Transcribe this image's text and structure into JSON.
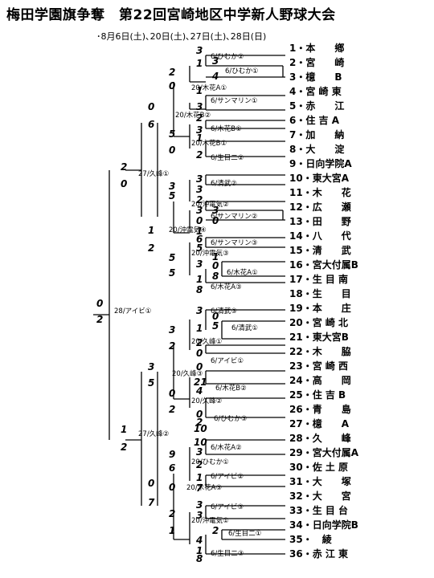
{
  "title": "梅田学園旗争奪　第22回宮崎地区中学新人野球大会",
  "dates": "･8月6日(土)､20日(土)､27日(土)､28日(日)",
  "teams": [
    "1・本　　鄕",
    "2・宮　　崎",
    "3・檍　　B",
    "4・宮 崎 東",
    "5・赤　　江",
    "6・住 吉 A",
    "7・加　　納",
    "8・大　　淀",
    "9・日向学院A",
    "10・東大宮A",
    "11・木　　花",
    "12・広　　瀬",
    "13・田　　野",
    "14・八　　代",
    "15・清　　武",
    "16・宮大付属B",
    "17・生 目 南",
    "18・生　　目",
    "19・本　　庄",
    "20・宮 崎 北",
    "21・東大宮B",
    "22・木　　脇",
    "23・宮 崎 西",
    "24・高　　岡",
    "25・住 吉 B",
    "26・青　　島",
    "27・檍　　A",
    "28・久　　峰",
    "29・宮大付属A",
    "30・佐 土 原",
    "31・大　　塚",
    "32・大　　宮",
    "33・生 目 台",
    "34・日向学院B",
    "35・　綾",
    "36・赤 江 東"
  ],
  "labels": {
    "m1": "6/ひむか②",
    "m2": "6/ひむか①",
    "m3": "20/木花A①",
    "m4": "6/サンマリン①",
    "m5": "20/木花B②",
    "m6": "6/木花B①",
    "m7": "20/木花B①",
    "m8": "6/生目二②",
    "m9": "27/久峰①",
    "m10": "6/清武②",
    "m11": "20/沖電気②",
    "m12": "6/サンマリン②",
    "m13": "20/沖電気④",
    "m14": "6/サンマリン③",
    "m15": "20/沖電気③",
    "m16": "6/木花A①",
    "m17": "6/木花A③",
    "m18": "28/アイビ①",
    "m19": "6/清武③",
    "m20": "6/清武①",
    "m21": "20/久峰①",
    "m22": "6/アイビ①",
    "m23": "20/久峰③",
    "m24": "6/木花B②",
    "m25": "20/久峰②",
    "m26": "6/ひむか③",
    "m27": "27/久峰②",
    "m28": "6/木花A②",
    "m29": "20/ひむか①",
    "m30": "6/アイビ②",
    "m31": "20/木花A③",
    "m32": "6/アイビ③",
    "m33": "20/沖電気①",
    "m34": "6/生目二①",
    "m35": "6/生目二③"
  },
  "scores": {
    "s1": "3",
    "s2": "1",
    "s3": "3",
    "s4": "4",
    "s5": "2",
    "s6": "0",
    "s7": "1",
    "s8": "3",
    "s9": "0",
    "s10": "6",
    "s11": "2",
    "s12": "3",
    "s13": "5",
    "s14": "1",
    "s15": "0",
    "s16": "2",
    "s17": "2",
    "s18": "0",
    "s19": "3",
    "s20": "3",
    "s21": "3",
    "s22": "5",
    "s23": "2",
    "s24": "3",
    "s25": "3",
    "s26": "0",
    "s27": "0",
    "s28": "1",
    "s29": "1",
    "s30": "6",
    "s31": "5",
    "s32": "2",
    "s33": "5",
    "s34": "0",
    "s35": "3",
    "s36": "1",
    "s37": "8",
    "s38": "5",
    "s39": "1",
    "s40": "8",
    "s41": "0",
    "s42": "2",
    "s43": "3",
    "s44": "0",
    "s45": "1",
    "s46": "5",
    "s47": "3",
    "s48": "2",
    "s49": "2",
    "s50": "0",
    "s51": "3",
    "s52": "0",
    "s53": "5",
    "s54": "21",
    "s55": "4",
    "s56": "0",
    "s57": "2",
    "s58": "0",
    "s59": "10",
    "s60": "2",
    "s61": "1",
    "s62": "2",
    "s63": "10",
    "s64": "9",
    "s65": "3",
    "s66": "6",
    "s67": "2",
    "s68": "0",
    "s69": "1",
    "s70": "7",
    "s71": "0",
    "s72": "7",
    "s73": "3",
    "s74": "3",
    "s75": "2",
    "s76": "1",
    "s77": "4",
    "s78": "1",
    "s79": "2",
    "s80": "8"
  }
}
